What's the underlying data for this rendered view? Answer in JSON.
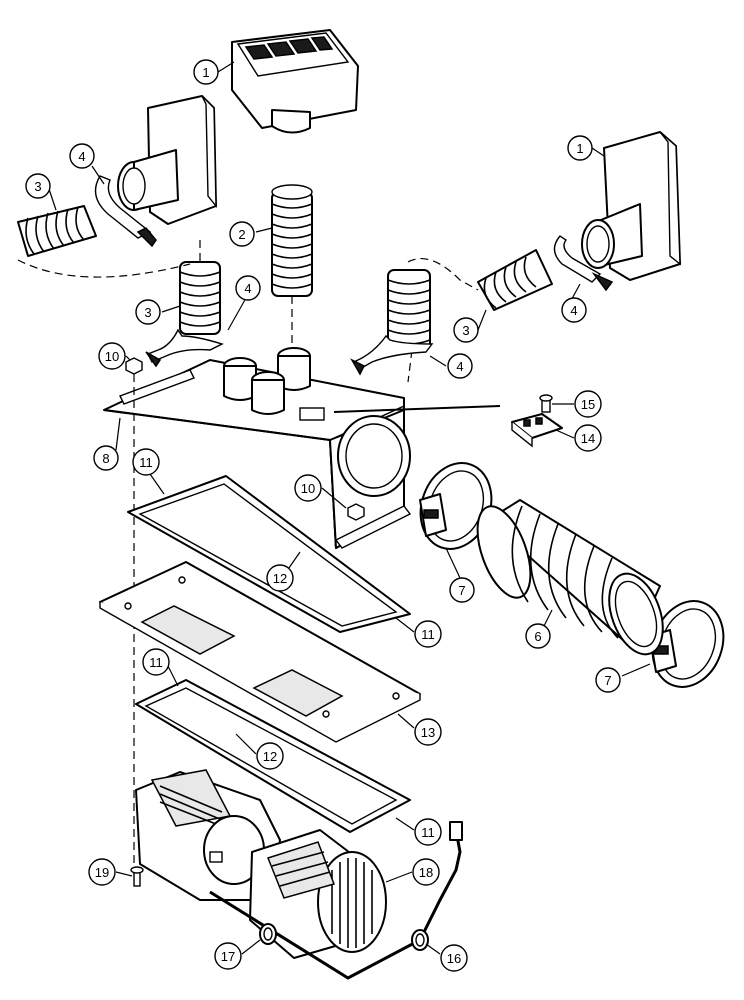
{
  "callouts": [
    {
      "id": "c1a",
      "label": "1"
    },
    {
      "id": "c1b",
      "label": "1"
    },
    {
      "id": "c2",
      "label": "2"
    },
    {
      "id": "c3a",
      "label": "3"
    },
    {
      "id": "c3b",
      "label": "3"
    },
    {
      "id": "c3c",
      "label": "3"
    },
    {
      "id": "c4a",
      "label": "4"
    },
    {
      "id": "c4b",
      "label": "4"
    },
    {
      "id": "c4c",
      "label": "4"
    },
    {
      "id": "c4d",
      "label": "4"
    },
    {
      "id": "c10a",
      "label": "10"
    },
    {
      "id": "c10b",
      "label": "10"
    },
    {
      "id": "c15",
      "label": "15"
    },
    {
      "id": "c14",
      "label": "14"
    },
    {
      "id": "c8",
      "label": "8"
    },
    {
      "id": "c11a",
      "label": "11"
    },
    {
      "id": "c7a",
      "label": "7"
    },
    {
      "id": "c12a",
      "label": "12"
    },
    {
      "id": "c11b",
      "label": "11"
    },
    {
      "id": "c6",
      "label": "6"
    },
    {
      "id": "c7b",
      "label": "7"
    },
    {
      "id": "c11c",
      "label": "11"
    },
    {
      "id": "c13",
      "label": "13"
    },
    {
      "id": "c12b",
      "label": "12"
    },
    {
      "id": "c11d",
      "label": "11"
    },
    {
      "id": "c18",
      "label": "18"
    },
    {
      "id": "c19",
      "label": "19"
    },
    {
      "id": "c17",
      "label": "17"
    },
    {
      "id": "c16",
      "label": "16"
    }
  ]
}
